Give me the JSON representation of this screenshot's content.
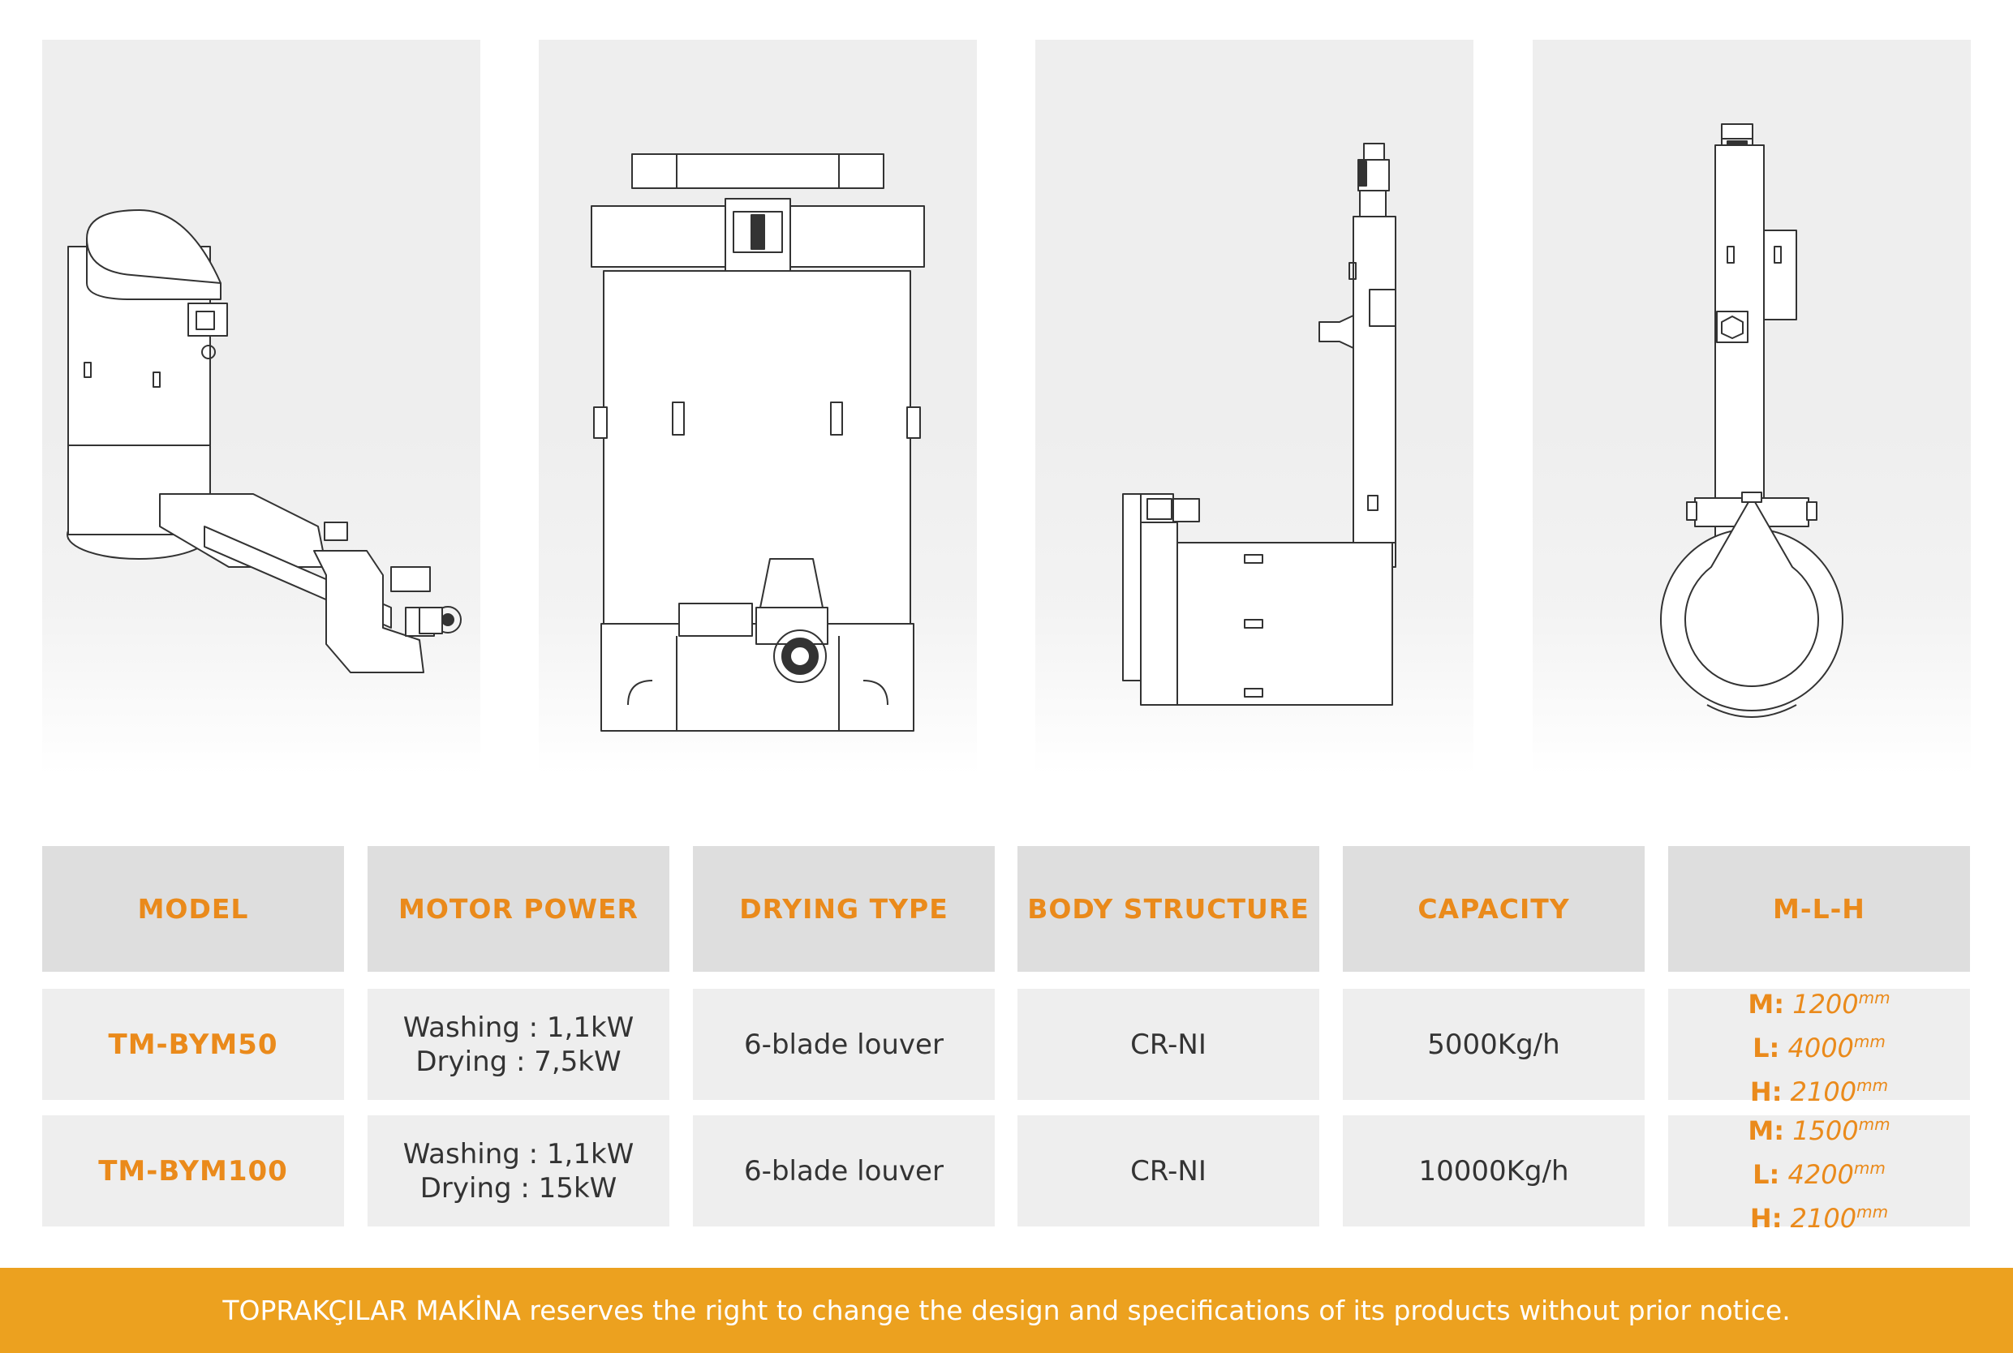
{
  "table": {
    "headers": [
      "MODEL",
      "MOTOR POWER",
      "DRYING TYPE",
      "BODY STRUCTURE",
      "CAPACITY",
      "M-L-H"
    ],
    "rows": [
      {
        "model": "TM-BYM50",
        "motor_line1": "Washing : 1,1kW",
        "motor_line2": "Drying : 7,5kW",
        "drying_type": "6-blade louver",
        "body_structure": "CR-NI",
        "capacity": "5000Kg/h",
        "dims": [
          {
            "key": "M:",
            "value": "1200",
            "unit": "mm"
          },
          {
            "key": "L:",
            "value": "4000",
            "unit": "mm"
          },
          {
            "key": "H:",
            "value": "2100",
            "unit": "mm"
          }
        ]
      },
      {
        "model": "TM-BYM100",
        "motor_line1": "Washing : 1,1kW",
        "motor_line2": "Drying : 15kW",
        "drying_type": "6-blade louver",
        "body_structure": "CR-NI",
        "capacity": "10000Kg/h",
        "dims": [
          {
            "key": "M:",
            "value": "1500",
            "unit": "mm"
          },
          {
            "key": "L:",
            "value": "4200",
            "unit": "mm"
          },
          {
            "key": "H:",
            "value": "2100",
            "unit": "mm"
          }
        ]
      }
    ]
  },
  "footer": {
    "notice": "TOPRAKÇILAR MAKİNA reserves the right to change the design and specifications of its products without prior notice."
  },
  "colors": {
    "accent": "#ea8a1b",
    "footer_bg": "#eca11f",
    "header_cell_bg": "#dedede",
    "row_cell_bg": "#eeeeee",
    "text": "#333333"
  }
}
